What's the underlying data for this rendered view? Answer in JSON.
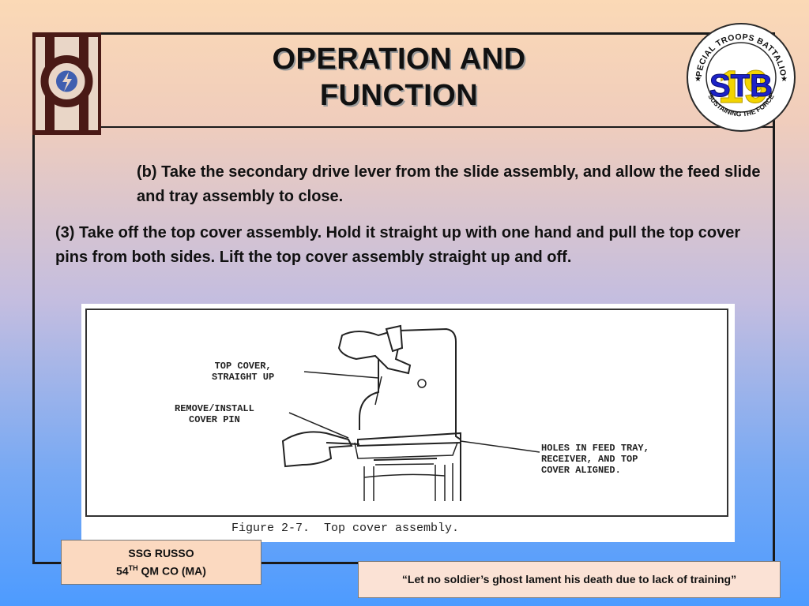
{
  "slide": {
    "title_line1": "OPERATION AND",
    "title_line2": "FUNCTION",
    "para_b": "(b) Take the secondary drive lever from the slide assembly, and allow the feed slide and tray assembly to close.",
    "para_3": "(3) Take off the top cover assembly.  Hold it straight up with one hand and pull the top cover pins from both sides.  Lift the top cover assembly straight up and off."
  },
  "logo": {
    "ring_text_top": "SPECIAL TROOPS BATTALION",
    "ring_text_bottom": "\"SUSTAINING THE FORCE\"",
    "center_text": "STB",
    "number": "19"
  },
  "figure": {
    "callout_top_cover": [
      "TOP COVER,",
      "STRAIGHT UP"
    ],
    "callout_cover_pin": [
      "REMOVE/INSTALL",
      "COVER PIN"
    ],
    "callout_holes": [
      "HOLES IN FEED TRAY,",
      "RECEIVER, AND TOP",
      "COVER ALIGNED."
    ],
    "caption": "Figure 2-7.  Top cover assembly."
  },
  "footer": {
    "credit_name": "SSG RUSSO",
    "credit_unit_prefix": "54",
    "credit_unit_sup": "TH",
    "credit_unit_suffix": " QM CO (MA)",
    "quote": "“Let no soldier’s ghost  lament his death due to lack of training”"
  },
  "colors": {
    "insignia_dark": "#4a1a16",
    "insignia_light": "#e9d6c7",
    "logo_blue": "#1c22c8",
    "logo_yellow": "#f2d400"
  }
}
